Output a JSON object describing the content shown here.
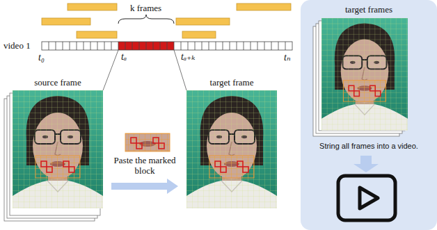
{
  "diagram": {
    "nodes": [
      {
        "text": [
          "source frame"
        ]
      },
      {
        "text": [
          "target frame"
        ]
      },
      {
        "text": [
          "String all frames into a video."
        ]
      },
      {
        "text": [
          "target frames"
        ],
        "in": 2
      }
    ],
    "edges": [
      {
        "from": 0,
        "to": 1,
        "arrow": "to",
        "label": "Paste the marked block"
      }
    ],
    "labels": [
      "k frames",
      "video 1",
      "t₀",
      "tₐ",
      "tₐ₊ₖ",
      "tₙ"
    ]
  }
}
